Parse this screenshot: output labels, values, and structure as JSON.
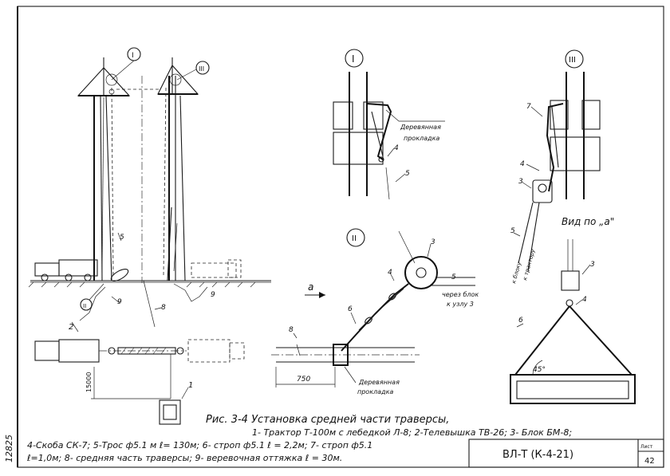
{
  "sheet_code": "12825",
  "title_block": {
    "code": "ВЛ-Т (К-4-21)",
    "sheet_label": "Лист",
    "sheet_number": "42"
  },
  "caption": {
    "title": "Рис. 3-4  Установка средней части траверсы,",
    "line1": "1- Трактор Т-100м с лебедкой Л-8;  2-Телевышка ТВ-26;  3- Блок БМ-8;",
    "line2": "4-Скоба СК-7; 5-Трос ф5.1 м ℓ= 130м;  6- строп  ф5.1  ℓ = 2,2м; 7- строп ф5.1",
    "line3": "ℓ=1,0м; 8- средняя часть траверсы;  9- веревочная оттяжка  ℓ = 30м."
  },
  "callouts": {
    "c_I": "I",
    "c_II": "II",
    "c_III": "III",
    "view_a_small": "а",
    "view_label": "Вид по „а\""
  },
  "numbers": {
    "n1": "1",
    "n2": "2",
    "n3a": "3",
    "n3b": "3",
    "n3c": "3",
    "n4a": "4",
    "n4b": "4",
    "n4c": "4",
    "n4d": "4",
    "n5a": "5",
    "n5b": "5",
    "n5c": "5",
    "n5d": "5",
    "n6a": "6",
    "n6b": "6",
    "n7": "7",
    "n8a": "8",
    "n8b": "8",
    "n9a": "9",
    "n9b": "9"
  },
  "labels": {
    "wood_pad_1_a": "Деревянная",
    "wood_pad_1_b": "прокладка",
    "wood_pad_2_a": "Деревянная",
    "wood_pad_2_b": "прокладка",
    "through_block_a": "через блок",
    "through_block_b": "к узлу 3",
    "to_block": "к блоку",
    "to_tractor": "к трактору",
    "dim_15000": "15000",
    "dim_750": "750",
    "angle_45": "45°"
  }
}
